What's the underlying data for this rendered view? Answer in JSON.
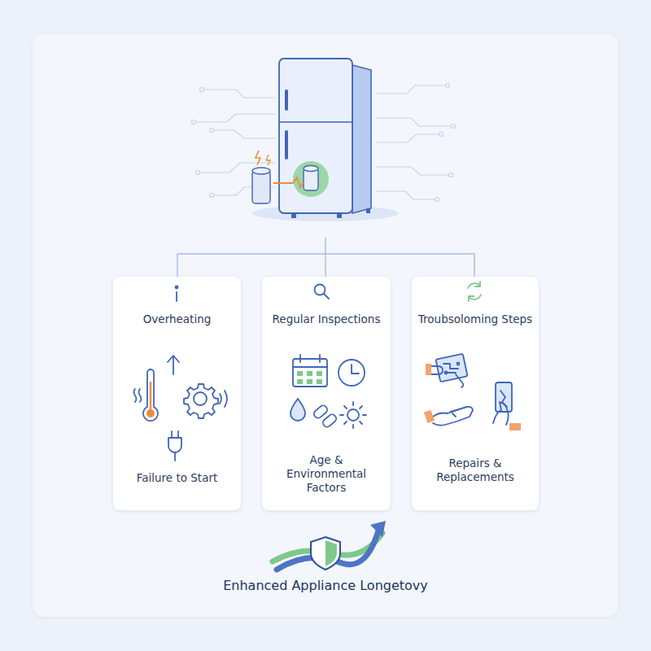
{
  "diagram": {
    "caption": "Enhanced Appliance Longetovy",
    "nodes": [
      {
        "text": [
          "Overheating",
          "Failure to Start"
        ]
      },
      {
        "text": [
          "Regular Inspections",
          "Age & Environmental Factors"
        ]
      },
      {
        "text": [
          "Troubsoloming Steps",
          "Repairs & Replacements"
        ]
      }
    ]
  }
}
